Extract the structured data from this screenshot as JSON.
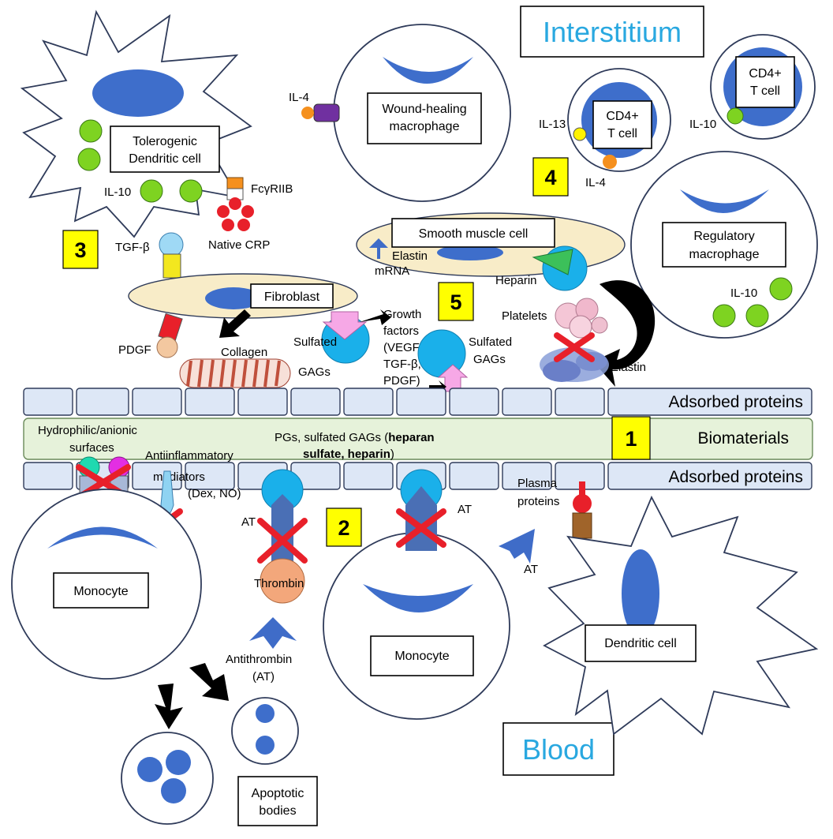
{
  "regions": {
    "interstitium": "Interstitium",
    "blood": "Blood"
  },
  "layers": {
    "adsorbed_top": "Adsorbed proteins",
    "biomaterials": "Biomaterials",
    "adsorbed_bottom": "Adsorbed proteins",
    "pgs_line1": "PGs, sulfated GAGs (",
    "pgs_bold1": "heparan",
    "pgs_bold2": "sulfate, heparin",
    "pgs_end": ")"
  },
  "numbers": [
    "1",
    "2",
    "3",
    "4",
    "5"
  ],
  "cells": {
    "tolerogenic_line1": "Tolerogenic",
    "tolerogenic_line2": "Dendritic cell",
    "wound_line1": "Wound-healing",
    "wound_line2": "macrophage",
    "cd4_a_line1": "CD4+",
    "cd4_a_line2": "T cell",
    "cd4_b_line1": "CD4+",
    "cd4_b_line2": "T cell",
    "regulatory_line1": "Regulatory",
    "regulatory_line2": "macrophage",
    "smooth_muscle": "Smooth muscle cell",
    "fibroblast": "Fibroblast",
    "monocyte_left": "Monocyte",
    "monocyte_center": "Monocyte",
    "dendritic": "Dendritic cell",
    "apoptotic_line1": "Apoptotic",
    "apoptotic_line2": "bodies"
  },
  "labels": {
    "il4_top": "IL-4",
    "il13": "IL-13",
    "il4_tcell": "IL-4",
    "il10_tcell": "IL-10",
    "il10_tol": "IL-10",
    "fcgr": "FcγRIIB",
    "native_crp": "Native CRP",
    "tgfb": "TGF-β",
    "pdgf": "PDGF",
    "collagen": "Collagen",
    "elastin_mrna_1": "Elastin",
    "elastin_mrna_2": "mRNA",
    "heparin": "Heparin",
    "platelets": "Platelets",
    "il10_reg": "IL-10",
    "growth_1": "Growth",
    "growth_2": "factors",
    "growth_3": "(VEGF,",
    "growth_4": "TGF-β,",
    "growth_5": "PDGF)",
    "sgags_left_1": "Sulfated",
    "sgags_left_2": "GAGs",
    "sgags_right_1": "Sulfated",
    "sgags_right_2": "GAGs",
    "elastin": "Elastin",
    "hydrophilic_1": "Hydrophilic/anionic",
    "hydrophilic_2": "surfaces",
    "antiinfl_1": "Antiinflammatory",
    "antiinfl_2": "mediators",
    "antiinfl_3": "(Dex, NO)",
    "at_left": "AT",
    "at_center": "AT",
    "at_right": "AT",
    "plasma_1": "Plasma",
    "plasma_2": "proteins",
    "thrombin": "Thrombin",
    "antithrombin_1": "Antithrombin",
    "antithrombin_2": "(AT)"
  },
  "colors": {
    "nucleus": "#3e6ecb",
    "heparin": "#1ab0ea",
    "il10": "#7ed321",
    "x_mark": "#e8202a",
    "number_box": "#ffff00",
    "region_text": "#29a8e0"
  }
}
